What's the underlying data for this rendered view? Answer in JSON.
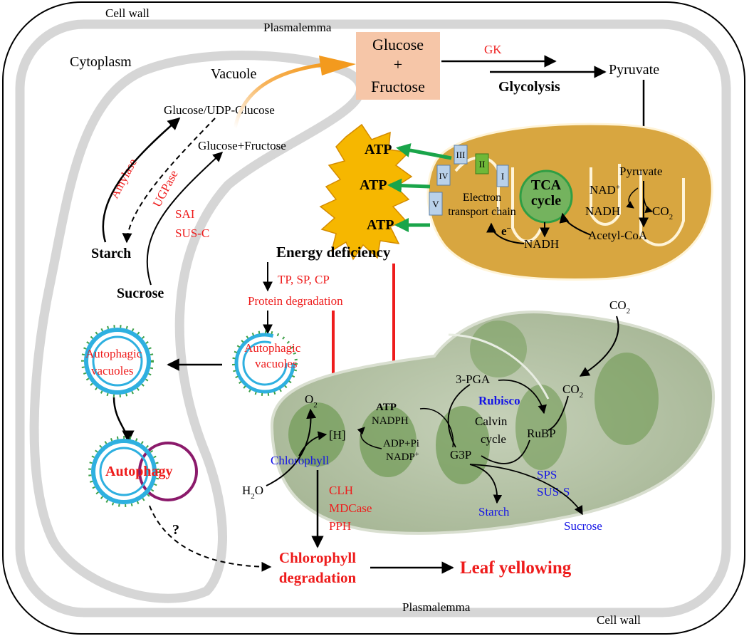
{
  "cell": {
    "cell_wall_top": "Cell wall",
    "cell_wall_bottom": "Cell wall",
    "plasmalemma_top": "Plasmalemma",
    "plasmalemma_bottom": "Plasmalemma",
    "cytoplasm": "Cytoplasm"
  },
  "vacuole": {
    "title": "Vacuole",
    "glucose_udp": "Glucose/UDP-Glucose",
    "glucose_fructose": "Glucose+Fructose",
    "amylase": "Amylase",
    "ugpase": "UGPase",
    "sai": "SAI",
    "sus_c": "SUS-C",
    "starch": "Starch",
    "sucrose": "Sucrose"
  },
  "sugars": {
    "glucose": "Glucose",
    "plus": "+",
    "fructose": "Fructose",
    "gk": "GK",
    "glycolysis": "Glycolysis",
    "pyruvate": "Pyruvate"
  },
  "atp": {
    "atp1": "ATP",
    "atp2": "ATP",
    "atp3": "ATP"
  },
  "mitochondrion": {
    "complex_1": "I",
    "complex_2": "II",
    "complex_3": "III",
    "complex_4": "IV",
    "complex_5": "V",
    "etc_line1": "Electron",
    "etc_line2": "transport chain",
    "tca_line1": "TCA",
    "tca_line2": "cycle",
    "pyruvate": "Pyruvate",
    "nad": "NAD",
    "nad_sup": "+",
    "nadh1": "NADH",
    "co2": "CO",
    "co2_sub": "2",
    "acetyl": "Acetyl-CoA",
    "electron": "e",
    "electron_sup": "−",
    "nadh2": "NADH"
  },
  "energy": {
    "deficiency": "Energy deficiency",
    "proteases": "TP, SP, CP",
    "protein_degradation": "Protein degradation"
  },
  "autophagy": {
    "vacuoles_small_1": "Autophagic",
    "vacuoles_small_2": "vacuoles",
    "vacuoles_large_1": "Autophagic",
    "vacuoles_large_2": "vacuoles",
    "autophagy": "Autophagy",
    "question": "?"
  },
  "chloroplast": {
    "co2_top": "CO",
    "co2_top_sub": "2",
    "co2_mid": "CO",
    "co2_mid_sub": "2",
    "pga": "3-PGA",
    "rubisco": "Rubisco",
    "calvin1": "Calvin",
    "calvin2": "cycle",
    "rubp": "RuBP",
    "g3p": "G3P",
    "atp": "ATP",
    "nadph": "NADPH",
    "adp_pi": "ADP+Pi",
    "nadp": "NADP",
    "nadp_sup": "+",
    "h": "[H]",
    "o2": "O",
    "o2_sub": "2",
    "h2o": "H",
    "h2o_sub": "2",
    "h2o_end": "O",
    "chlorophyll": "Chlorophyll",
    "sps": "SPS",
    "sus_s": "SUS-S",
    "starch": "Starch",
    "sucrose": "Sucrose"
  },
  "degradation": {
    "clh": "CLH",
    "mdcase": "MDCase",
    "pph": "PPH",
    "chl_deg_1": "Chlorophyll",
    "chl_deg_2": "degradation",
    "leaf_yellowing": "Leaf yellowing"
  },
  "colors": {
    "red": "#ee1c1c",
    "blue": "#1414e6",
    "green_arrow": "#1aa54a",
    "mito_fill": "#d8a640",
    "tca_fill": "#74b35e",
    "atp_fill": "#f6b700",
    "glucose_box": "#f6c6a8"
  }
}
